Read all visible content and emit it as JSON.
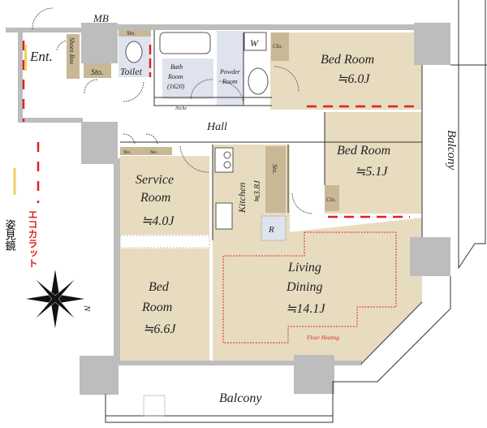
{
  "plan": {
    "colors": {
      "room": "#e8dcc0",
      "wall": "#bdbdbd",
      "wet": "#dfe3ee",
      "storage": "#c9b895",
      "red": "#e02020",
      "yellow": "#f0d060"
    },
    "labels": {
      "mb": "MB",
      "entrance": "Ent.",
      "shoes_box": "Shoes Box",
      "sto": "Sto.",
      "toilet": "Toilet",
      "bath_room": [
        "Bath",
        "Room",
        "(1620)"
      ],
      "powder_room": [
        "Powder",
        "Room"
      ],
      "washer": "W",
      "niche": "Niche",
      "clo": "Clo.",
      "hall": "Hall",
      "kitchen": "Kitchen",
      "kitchen_size": "≒3.8J",
      "refrigerator": "R",
      "floor_heating": "Floor Heeting",
      "balcony": "Balcony",
      "north": "N"
    },
    "rooms": {
      "bed1": {
        "name": "Bed Room",
        "size": "≒6.0J"
      },
      "bed2": {
        "name": "Bed Room",
        "size": "≒5.1J"
      },
      "service": {
        "name": [
          "Service",
          "Room"
        ],
        "size": "≒4.0J"
      },
      "bed3": {
        "name": [
          "Bed",
          "Room"
        ],
        "size": "≒6.6J"
      },
      "living": {
        "name": [
          "Living",
          "Dining"
        ],
        "size": "≒14.1J"
      }
    },
    "annotations": {
      "mirror": "姿見鏡",
      "ecocarat": "エコカラット"
    }
  }
}
